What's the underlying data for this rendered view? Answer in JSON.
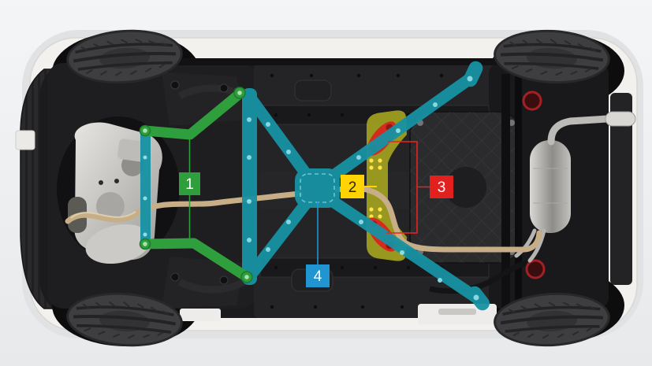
{
  "figure": {
    "background_top": "#f4f5f7",
    "background_bottom": "#e7e9eb",
    "car_body_color": "#f2f1ee",
    "underbody_color": "#1b1b1d"
  },
  "callouts": {
    "c1": {
      "number": "1",
      "box_color": "#2f9e3c",
      "text_color": "#ffffff",
      "line_color": "#2f9e3c"
    },
    "c2": {
      "number": "2",
      "box_color": "#ffd400",
      "text_color": "#2a2200",
      "line_color": "#ffd400"
    },
    "c3": {
      "number": "3",
      "box_color": "#e2201d",
      "text_color": "#ffffff",
      "line_color": "#ea2420"
    },
    "c4": {
      "number": "4",
      "box_color": "#2095d2",
      "text_color": "#ffffff",
      "line_color": "#2095d2"
    }
  },
  "overlays": {
    "front_brace_color": "#2f9e3c",
    "front_brace_bolt_color": "#a9e0ae",
    "x_brace_color": "#1792a3",
    "x_brace_bolt_color": "#8ee0ed",
    "center_brace_color": "#a9a71f",
    "center_brace_bolt_color": "#ffe34d",
    "rear_parts_color": "#d8231f"
  }
}
